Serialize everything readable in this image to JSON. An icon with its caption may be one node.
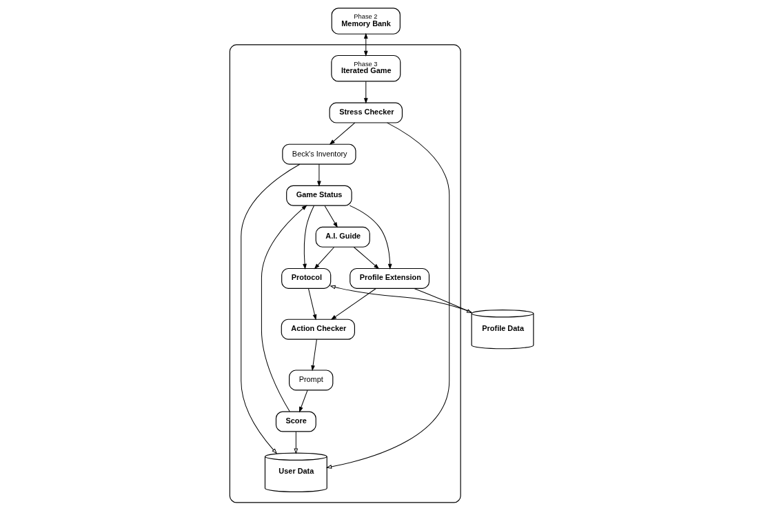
{
  "diagram": {
    "nodes": [
      {
        "text": [
          "Phase 2",
          "Memory Bank"
        ]
      },
      {
        "text": [
          "Profile Data"
        ]
      },
      {
        "text": [],
        "shape": "box"
      },
      {
        "text": [
          "Phase 3",
          "Iterated Game"
        ],
        "in": 2
      },
      {
        "text": [
          "Stress Checker"
        ],
        "in": 2
      },
      {
        "text": [
          "Beck's Inventory"
        ],
        "in": 2
      },
      {
        "text": [
          "Game Status"
        ],
        "in": 2
      },
      {
        "text": [
          "A.I. Guide"
        ],
        "in": 2
      },
      {
        "text": [
          "Protocol"
        ],
        "in": 2
      },
      {
        "text": [
          "Profile Extension"
        ],
        "in": 2
      },
      {
        "text": [
          "User Data"
        ],
        "in": 2
      },
      {
        "text": [
          "Action Checker"
        ],
        "in": 2
      },
      {
        "text": [
          "Prompt"
        ],
        "in": 2
      },
      {
        "text": [
          "Score"
        ],
        "in": 2
      }
    ],
    "edges": [
      {
        "from": 0,
        "to": 3,
        "arrow": "both"
      },
      {
        "from": 3,
        "to": 4,
        "arrow": "to"
      },
      {
        "from": 4,
        "to": 5,
        "arrow": "to"
      },
      {
        "from": 5,
        "to": 6,
        "arrow": "to"
      },
      {
        "from": 6,
        "to": 7,
        "arrow": "to"
      },
      {
        "from": 6,
        "to": 8,
        "arrow": "to"
      },
      {
        "from": 6,
        "to": 9,
        "arrow": "to"
      },
      {
        "from": 7,
        "to": 8,
        "arrow": "to"
      },
      {
        "from": 7,
        "to": 9,
        "arrow": "to"
      },
      {
        "from": 1,
        "to": 8,
        "arrow": "to"
      },
      {
        "from": 9,
        "to": 1,
        "arrow": "to"
      },
      {
        "from": 4,
        "to": 10,
        "arrow": "to"
      },
      {
        "from": 5,
        "to": 10,
        "arrow": "to"
      },
      {
        "from": 13,
        "to": 10,
        "arrow": "to"
      },
      {
        "from": 13,
        "to": 6,
        "arrow": "to"
      },
      {
        "from": 8,
        "to": 11,
        "arrow": "to"
      },
      {
        "from": 9,
        "to": 11,
        "arrow": "to"
      },
      {
        "from": 11,
        "to": 12,
        "arrow": "to"
      },
      {
        "from": 12,
        "to": 13,
        "arrow": "to"
      }
    ]
  }
}
